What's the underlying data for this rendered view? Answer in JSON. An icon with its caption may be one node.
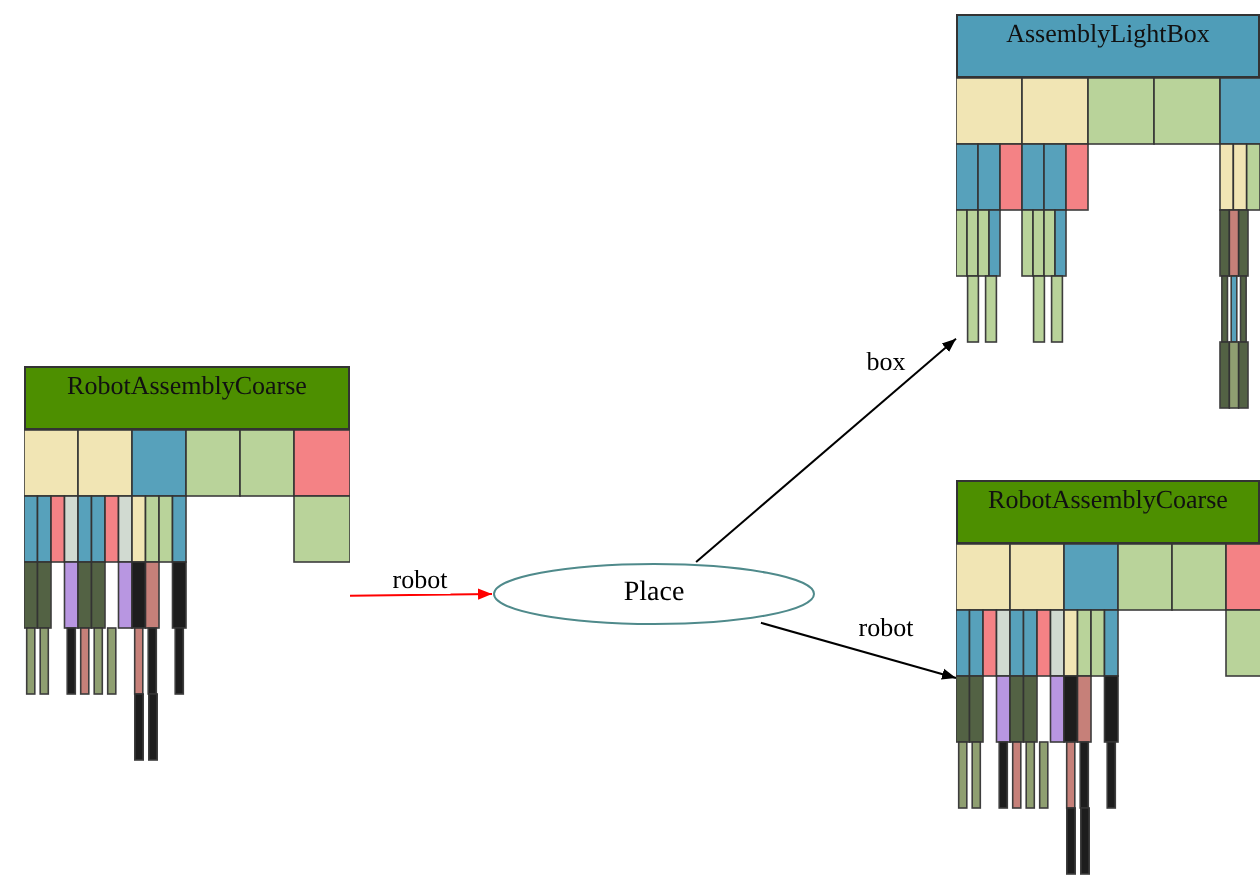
{
  "diagram": {
    "nodes": [
      {
        "text": [
          "RobotAssemblyCoarse"
        ]
      },
      {
        "text": [
          "Place"
        ]
      },
      {
        "text": [
          "AssemblyLightBox"
        ]
      },
      {
        "text": [
          "RobotAssemblyCoarse"
        ]
      }
    ],
    "edges": [
      {
        "from": 0,
        "to": 1,
        "arrow": "to",
        "label": "robot",
        "color": "#ff0000"
      },
      {
        "from": 1,
        "to": 2,
        "arrow": "to",
        "label": "box"
      },
      {
        "from": 1,
        "to": 3,
        "arrow": "to",
        "label": "robot"
      }
    ]
  }
}
